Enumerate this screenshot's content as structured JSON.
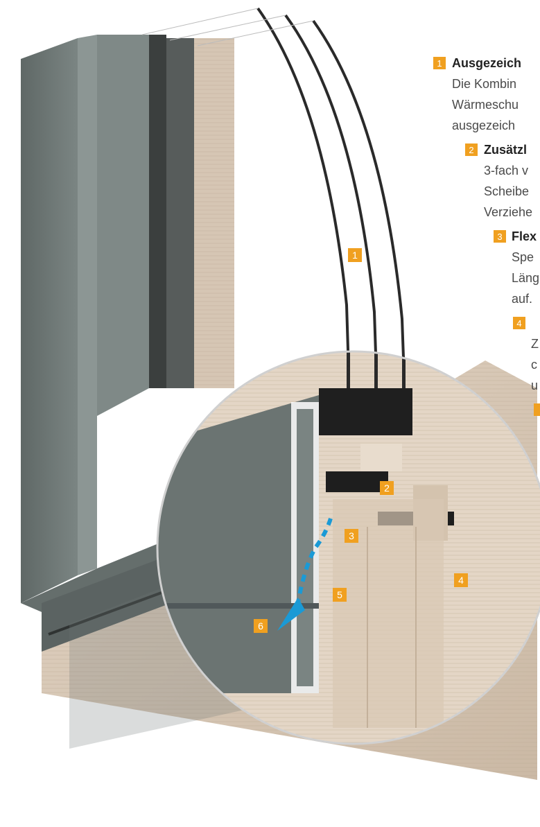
{
  "colors": {
    "badge": "#f0a020",
    "aluminium": "#6b7472",
    "aluminium_light": "#8a9492",
    "wood": "#d8c8b6",
    "glass_pane": "#2a2a2a",
    "arrow": "#1a9ad6",
    "lens_ring": "#d0d0d0"
  },
  "callouts": [
    {
      "num": "1",
      "title": "Ausgezeich",
      "lines": [
        "Die Kombin",
        "Wärmeschu",
        "ausgezeich"
      ]
    },
    {
      "num": "2",
      "title": "Zusätzl",
      "lines": [
        "3-fach v",
        "Scheibe",
        "Verziehe"
      ]
    },
    {
      "num": "3",
      "title": "Flex",
      "lines": [
        "Spe",
        "Läng",
        "auf."
      ]
    },
    {
      "num": "4",
      "title": "",
      "lines": [
        "Z",
        "c",
        "u"
      ]
    },
    {
      "num": "",
      "title": "",
      "lines": []
    }
  ],
  "markers": [
    {
      "num": "1",
      "target": "glass-panes"
    },
    {
      "num": "2",
      "target": "wood-frame"
    },
    {
      "num": "3",
      "target": "glazing-seal"
    },
    {
      "num": "4",
      "target": "sash-seal"
    },
    {
      "num": "5",
      "target": "drainage-channel"
    },
    {
      "num": "6",
      "target": "drainage-outlet"
    }
  ],
  "icons": {
    "arrow": "drainage-arrow-icon"
  }
}
